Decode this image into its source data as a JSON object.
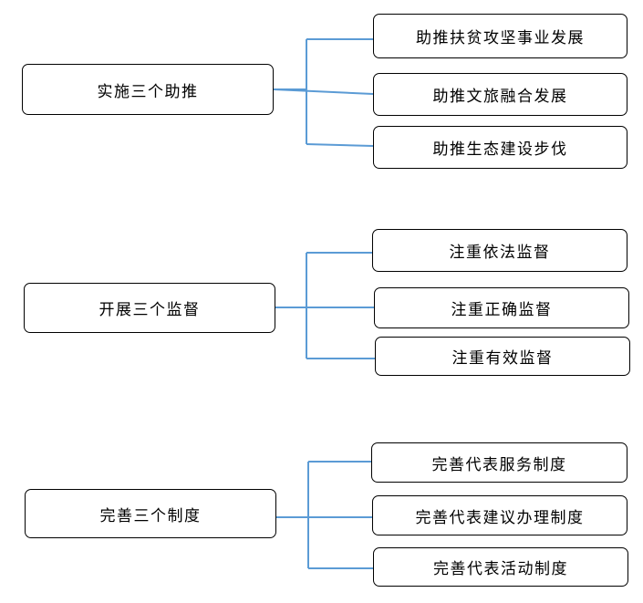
{
  "colors": {
    "connector": "#5b9bd5",
    "box_border": "#000000",
    "text": "#000000"
  },
  "groups": [
    {
      "label": "实施三个助推",
      "items": [
        "助推扶贫攻坚事业发展",
        "助推文旅融合发展",
        "助推生态建设步伐"
      ]
    },
    {
      "label": "开展三个监督",
      "items": [
        "注重依法监督",
        "注重正确监督",
        "注重有效监督"
      ]
    },
    {
      "label": "完善三个制度",
      "items": [
        "完善代表服务制度",
        "完善代表建议办理制度",
        "完善代表活动制度"
      ]
    }
  ]
}
